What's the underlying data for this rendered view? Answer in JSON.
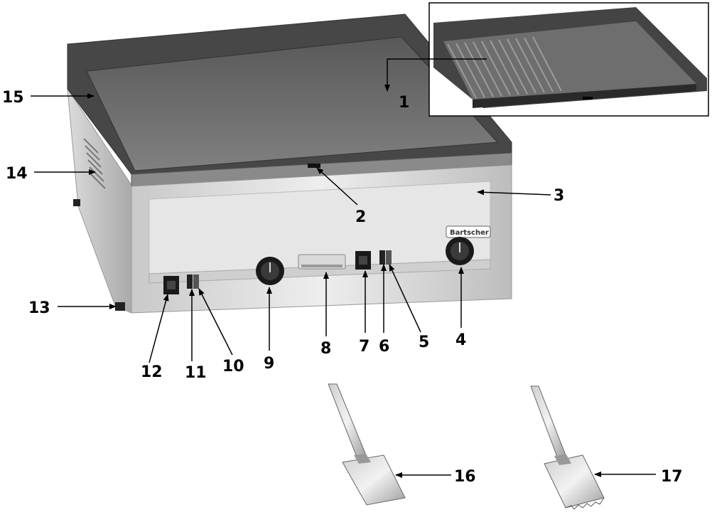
{
  "brand": {
    "logo_text": "Bartscher"
  },
  "callouts": [
    {
      "id": "1",
      "label": "1"
    },
    {
      "id": "2",
      "label": "2"
    },
    {
      "id": "3",
      "label": "3"
    },
    {
      "id": "4",
      "label": "4"
    },
    {
      "id": "5",
      "label": "5"
    },
    {
      "id": "6",
      "label": "6"
    },
    {
      "id": "7",
      "label": "7"
    },
    {
      "id": "8",
      "label": "8"
    },
    {
      "id": "9",
      "label": "9"
    },
    {
      "id": "10",
      "label": "10"
    },
    {
      "id": "11",
      "label": "11"
    },
    {
      "id": "12",
      "label": "12"
    },
    {
      "id": "13",
      "label": "13"
    },
    {
      "id": "14",
      "label": "14"
    },
    {
      "id": "15",
      "label": "15"
    },
    {
      "id": "16",
      "label": "16"
    },
    {
      "id": "17",
      "label": "17"
    }
  ]
}
